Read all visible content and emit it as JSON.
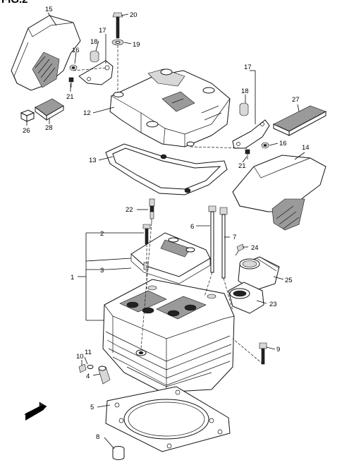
{
  "figure": {
    "title": "FIG.2"
  },
  "callouts": {
    "c1": "1",
    "c2": "2",
    "c3": "3",
    "c4": "4",
    "c5": "5",
    "c6": "6",
    "c7": "7",
    "c8": "8",
    "c9": "9",
    "c10": "10",
    "c11": "11",
    "c12": "12",
    "c13": "13",
    "c14": "14",
    "c15": "15",
    "c16a": "16",
    "c16b": "16",
    "c17a": "17",
    "c17b": "17",
    "c18a": "18",
    "c18b": "18",
    "c19": "19",
    "c20": "20",
    "c21a": "21",
    "c21b": "21",
    "c22": "22",
    "c23": "23",
    "c24": "24",
    "c25": "25",
    "c26": "26",
    "c27": "27",
    "c28": "28"
  },
  "direction_marker": {
    "label": "FWD"
  }
}
